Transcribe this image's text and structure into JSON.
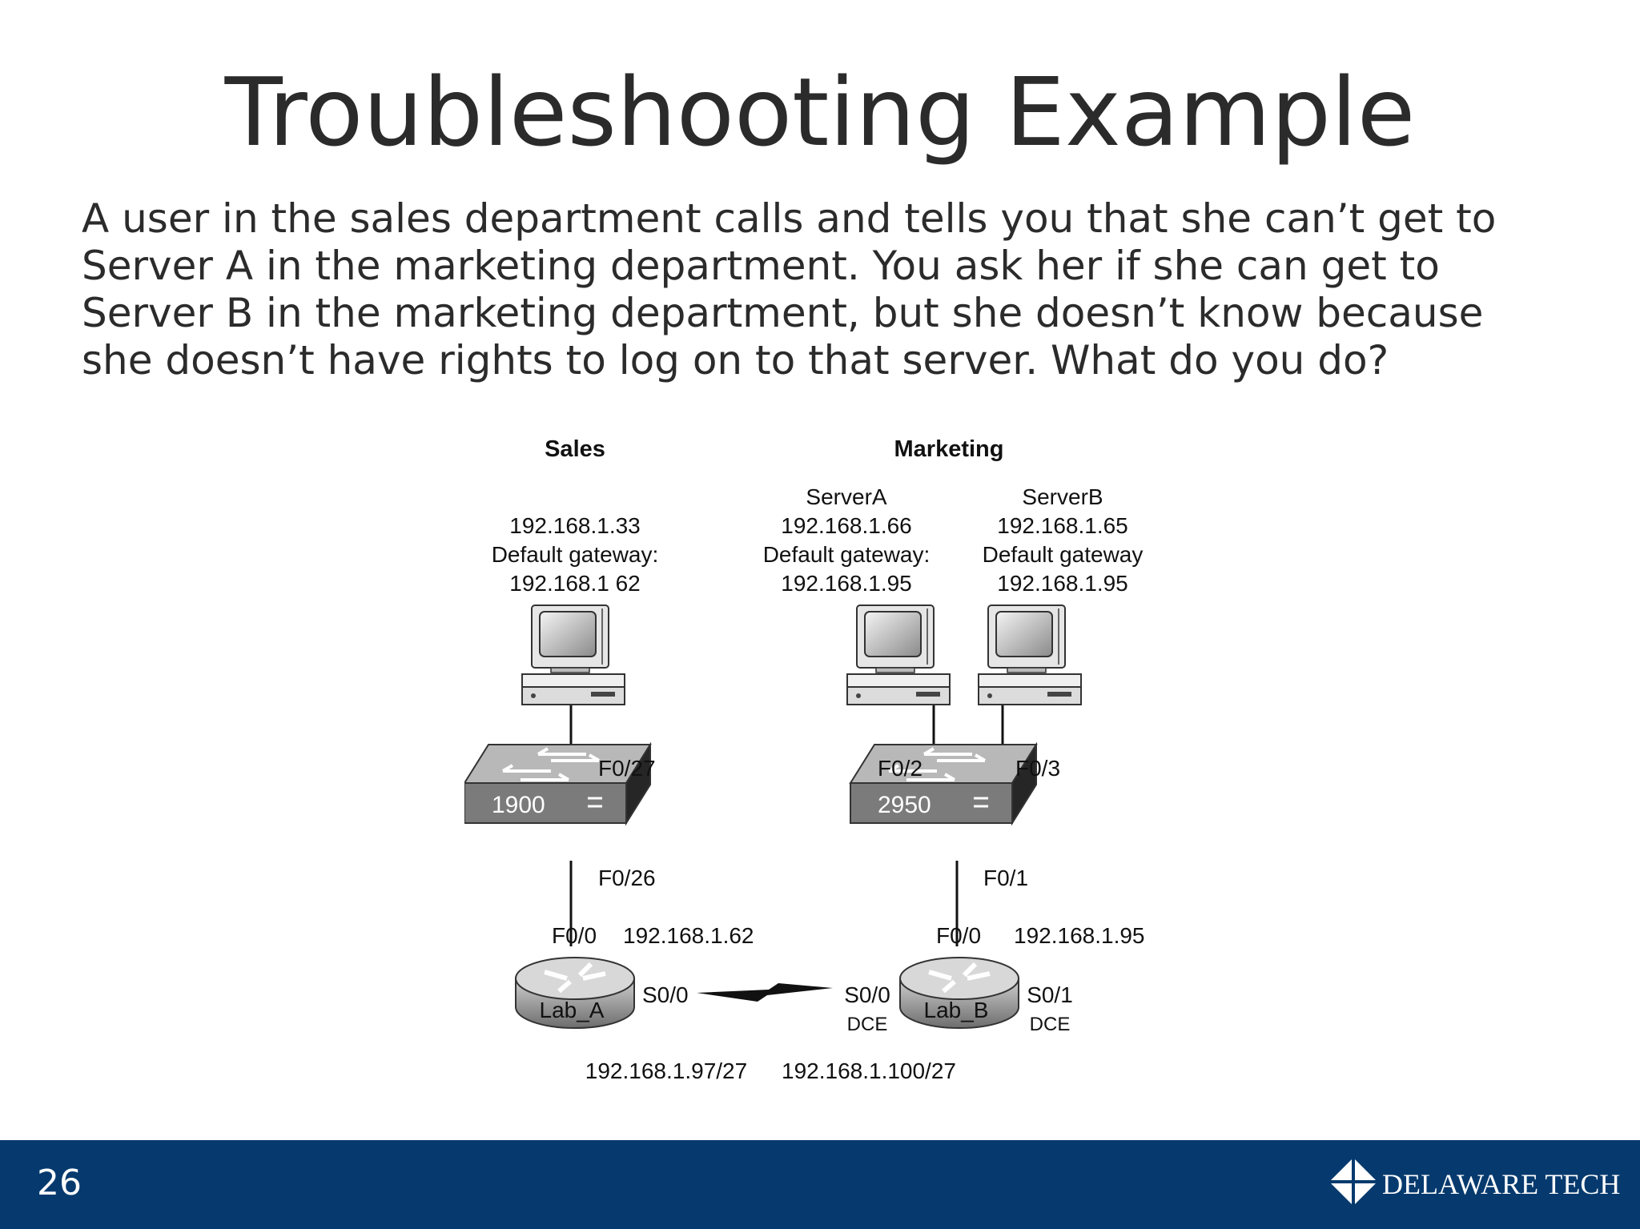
{
  "slide": {
    "title": "Troubleshooting Example",
    "body": "A  user in the sales department calls and tells you that she can’t get to\nServer A in the marketing department. You ask her if she can get to\nServer B in the marketing department, but she doesn’t know because\nshe doesn’t have rights to log on to that server. What do you do?",
    "page_number": "26"
  },
  "diagram": {
    "sales": {
      "heading": "Sales",
      "host_ip": "192.168.1.33",
      "gateway_label": "Default gateway:",
      "gateway_ip": "192.168.1 62",
      "switch_port_up": "F0/27",
      "switch_port_down": "F0/26",
      "switch_model": "1900",
      "router_port": "F0/0",
      "router_ip": "192.168.1.62",
      "router_name": "Lab_A",
      "serial_port": "S0/0",
      "serial_ip": "192.168.1.97/27"
    },
    "marketing": {
      "heading": "Marketing",
      "server_a": {
        "name": "ServerA",
        "ip": "192.168.1.66",
        "gateway_label": "Default gateway:",
        "gateway_ip": "192.168.1.95"
      },
      "server_b": {
        "name": "ServerB",
        "ip": "192.168.1.65",
        "gateway_label": "Default gateway",
        "gateway_ip": "192.168.1.95"
      },
      "switch_port_a": "F0/2",
      "switch_port_b": "F0/3",
      "switch_port_down": "F0/1",
      "switch_model": "2950",
      "router_port": "F0/0",
      "router_ip": "192.168.1.95",
      "router_name": "Lab_B",
      "serial_port_0": "S0/0",
      "serial_port_0_type": "DCE",
      "serial_port_1": "S0/1",
      "serial_port_1_type": "DCE",
      "serial_ip": "192.168.1.100/27"
    }
  },
  "footer": {
    "logo_text": "DELAWARE TECH",
    "background_color": "#063a6e"
  }
}
